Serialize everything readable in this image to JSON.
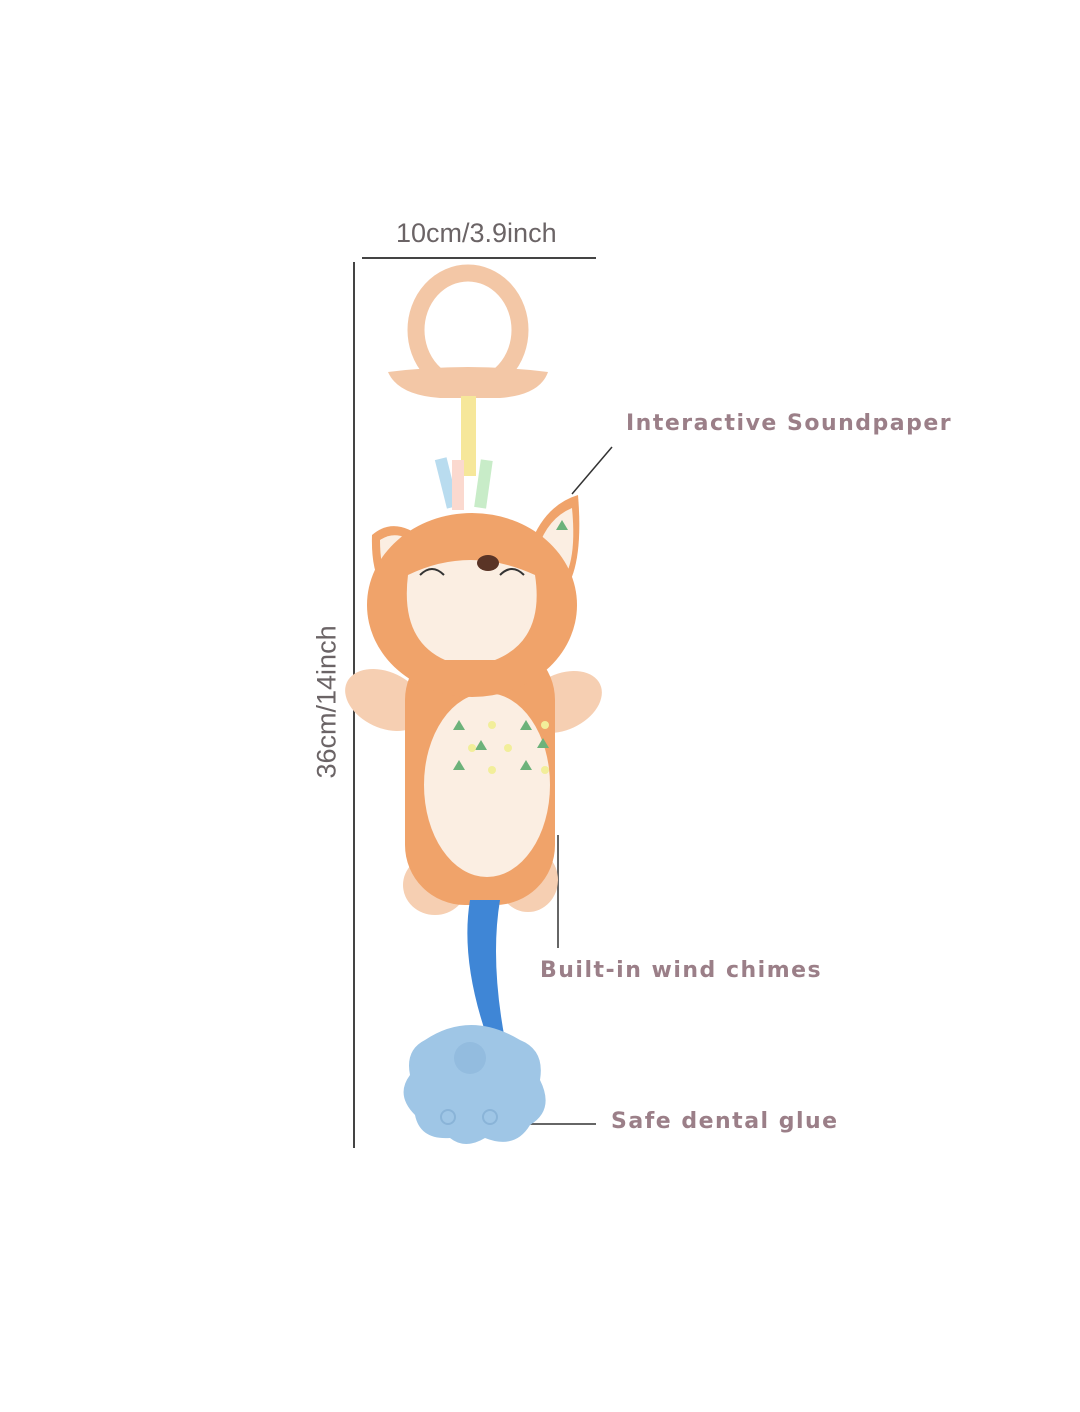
{
  "dimensions": {
    "width_label": "10cm/3.9inch",
    "height_label": "36cm/14inch"
  },
  "callouts": [
    {
      "label": "Interactive Soundpaper"
    },
    {
      "label": "Built-in wind chimes"
    },
    {
      "label": "Safe dental glue"
    }
  ],
  "colors": {
    "fur": "#f0a36a",
    "cream": "#fbeee2",
    "peach": "#f6cfb2",
    "ring": "#f3c7a6",
    "teether": "#9fc6e6",
    "strap": "#3f86d6",
    "label_text": "#9b7f88",
    "dimension_text": "#6b6466"
  }
}
